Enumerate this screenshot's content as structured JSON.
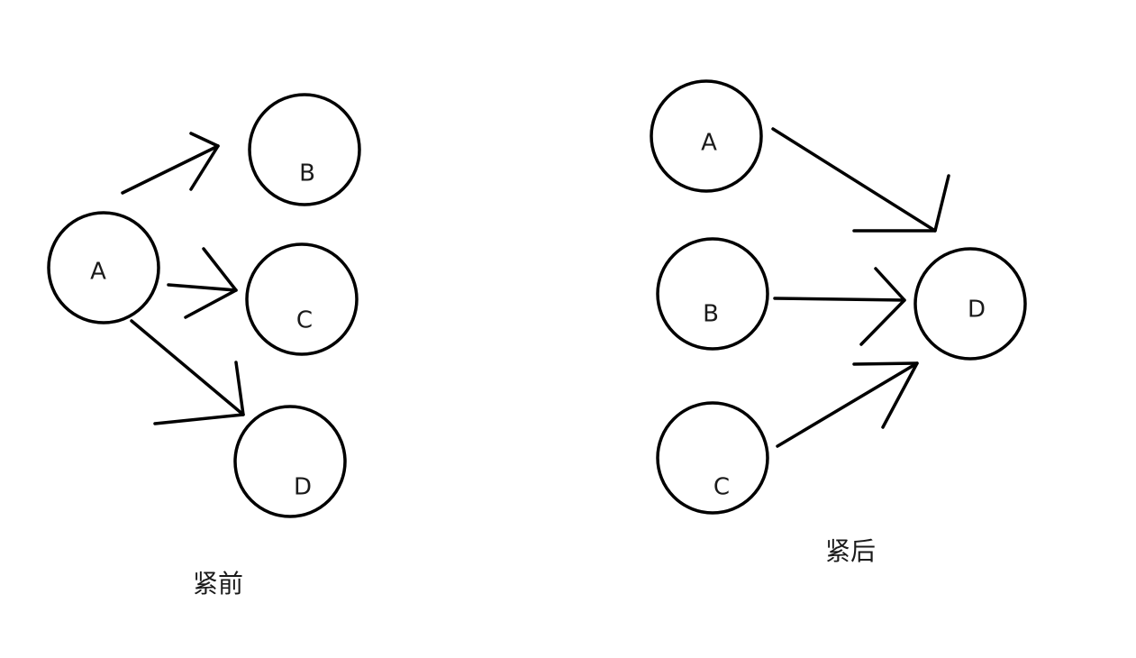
{
  "diagrams": [
    {
      "caption": "紧前",
      "nodes": [
        {
          "id": "A",
          "label": "A"
        },
        {
          "id": "B",
          "label": "B"
        },
        {
          "id": "C",
          "label": "C"
        },
        {
          "id": "D",
          "label": "D"
        }
      ],
      "edges": [
        {
          "from": "A",
          "to": "B"
        },
        {
          "from": "A",
          "to": "C"
        },
        {
          "from": "A",
          "to": "D"
        }
      ]
    },
    {
      "caption": "紧后",
      "nodes": [
        {
          "id": "A",
          "label": "A"
        },
        {
          "id": "B",
          "label": "B"
        },
        {
          "id": "C",
          "label": "C"
        },
        {
          "id": "D",
          "label": "D"
        }
      ],
      "edges": [
        {
          "from": "A",
          "to": "D"
        },
        {
          "from": "B",
          "to": "D"
        },
        {
          "from": "C",
          "to": "D"
        }
      ]
    }
  ]
}
